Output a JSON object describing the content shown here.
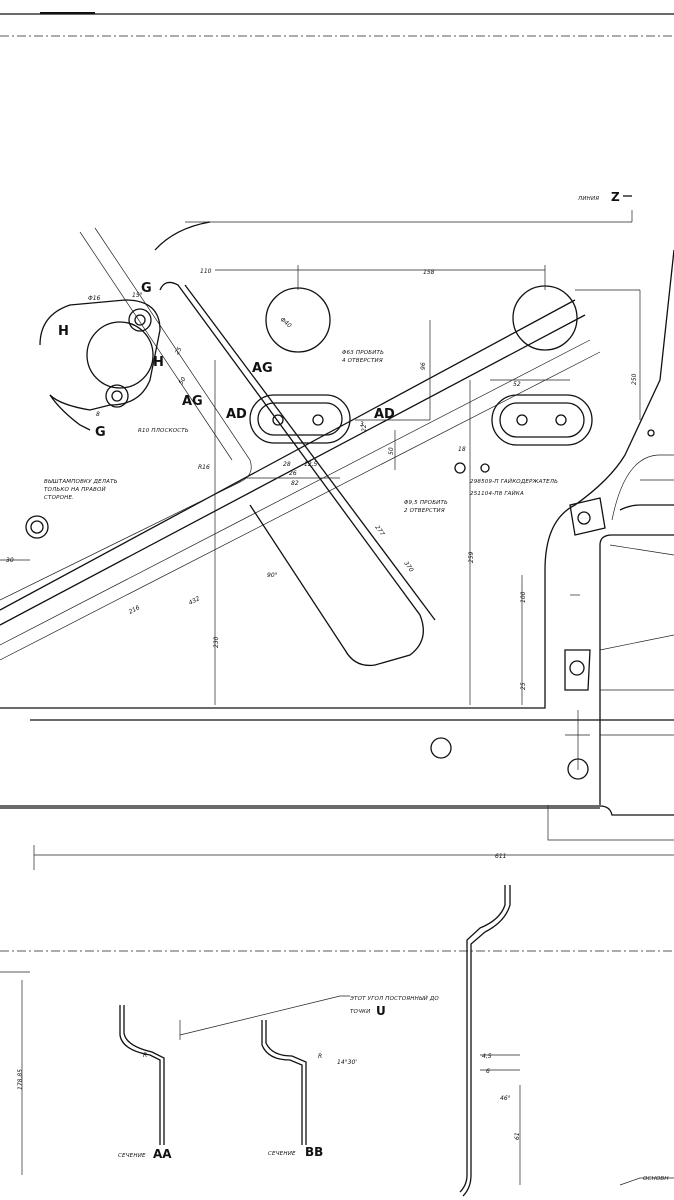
{
  "sheet": {
    "line_label": "ЛИНИЯ",
    "line_letter": "Z",
    "notes": {
      "punch_4_holes": [
        "Φ63 ПРОБИТЬ",
        "4 ОТВЕРСТИЯ"
      ],
      "punch_2_holes": [
        "Φ9,5 ПРОБИТЬ",
        "2 ОТВЕРСТИЯ"
      ],
      "stamping": [
        "ВЫШТАМПОВКУ ДЕЛАТЬ",
        "ТОЛЬКО НА ПРАВОЙ",
        "СТОРОНЕ."
      ],
      "nut_holder": "298509-П ГАЙКОДЕРЖАТЕЛЬ",
      "nut": "251104-П8 ГАЙКА",
      "flatness": "R10 ПЛОСКОСТЬ",
      "const_angle": [
        "ЭТОТ УГОЛ ПОСТОЯННЫЙ ДО",
        "ТОЧКИ"
      ],
      "const_angle_point": "U",
      "base": "ОСНОВН"
    },
    "section_labels": {
      "G": "G",
      "H": "H",
      "AG": "AG",
      "AD": "AD"
    },
    "dimensions": {
      "d110": "110",
      "d158": "158",
      "d250": "250",
      "d96": "96",
      "d52": "52",
      "d18": "18",
      "d50": "50",
      "d28": "28",
      "d12_5": "12,5",
      "d26": "26",
      "d82": "82",
      "d3": "3",
      "d22": "22",
      "d15_deg": "15°",
      "d16": "Φ16",
      "r16": "R16",
      "d8": "8",
      "d40": "Φ40",
      "d25_a": "25",
      "d50_b": "50",
      "d30": "30",
      "d30_deg": "90°",
      "d216": "216",
      "d432": "432",
      "d230": "230",
      "d277": "277",
      "d370": "370",
      "d259": "259",
      "d100": "100",
      "d25": "25",
      "d611": "611",
      "d4_5": "4,5",
      "d6": "6",
      "d46_deg": "46°",
      "d61": "61",
      "d14_30": "14°30'",
      "r_a": "R",
      "r_b": "R",
      "d178": "178,85"
    },
    "sections": {
      "aa_word": "СЕЧЕНИЕ",
      "aa_letters": "AA",
      "bb_word": "СЕЧЕНИЕ",
      "bb_letters": "BB"
    }
  }
}
